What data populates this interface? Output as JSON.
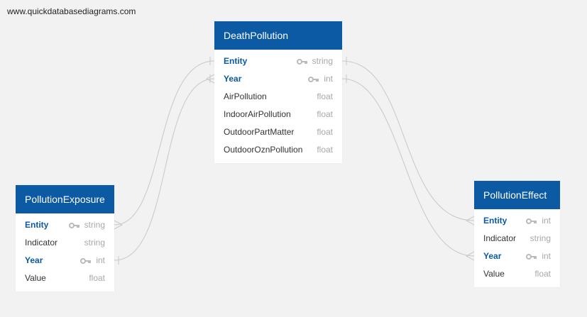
{
  "watermark": "www.quickdatabasediagrams.com",
  "colors": {
    "header": "#0b5aa3",
    "key_text": "#0b5aa3",
    "type_text": "#a8a8a8",
    "link": "#c8c8c8"
  },
  "tables": {
    "death": {
      "name": "DeathPollution",
      "fields": [
        {
          "name": "Entity",
          "type": "string",
          "key": true
        },
        {
          "name": "Year",
          "type": "int",
          "key": true
        },
        {
          "name": "AirPollution",
          "type": "float",
          "key": false
        },
        {
          "name": "IndoorAirPollution",
          "type": "float",
          "key": false
        },
        {
          "name": "OutdoorPartMatter",
          "type": "float",
          "key": false
        },
        {
          "name": "OutdoorOznPollution",
          "type": "float",
          "key": false
        }
      ]
    },
    "exposure": {
      "name": "PollutionExposure",
      "fields": [
        {
          "name": "Entity",
          "type": "string",
          "key": true
        },
        {
          "name": "Indicator",
          "type": "string",
          "key": false
        },
        {
          "name": "Year",
          "type": "int",
          "key": true
        },
        {
          "name": "Value",
          "type": "float",
          "key": false
        }
      ]
    },
    "effect": {
      "name": "PollutionEffect",
      "fields": [
        {
          "name": "Entity",
          "type": "int",
          "key": true
        },
        {
          "name": "Indicator",
          "type": "string",
          "key": false
        },
        {
          "name": "Year",
          "type": "int",
          "key": true
        },
        {
          "name": "Value",
          "type": "float",
          "key": false
        }
      ]
    }
  },
  "relationships": [
    {
      "from": "PollutionExposure.Entity",
      "to": "DeathPollution.Entity"
    },
    {
      "from": "PollutionExposure.Year",
      "to": "DeathPollution.Year"
    },
    {
      "from": "PollutionEffect.Entity",
      "to": "DeathPollution.Entity"
    },
    {
      "from": "PollutionEffect.Year",
      "to": "DeathPollution.Year"
    }
  ]
}
